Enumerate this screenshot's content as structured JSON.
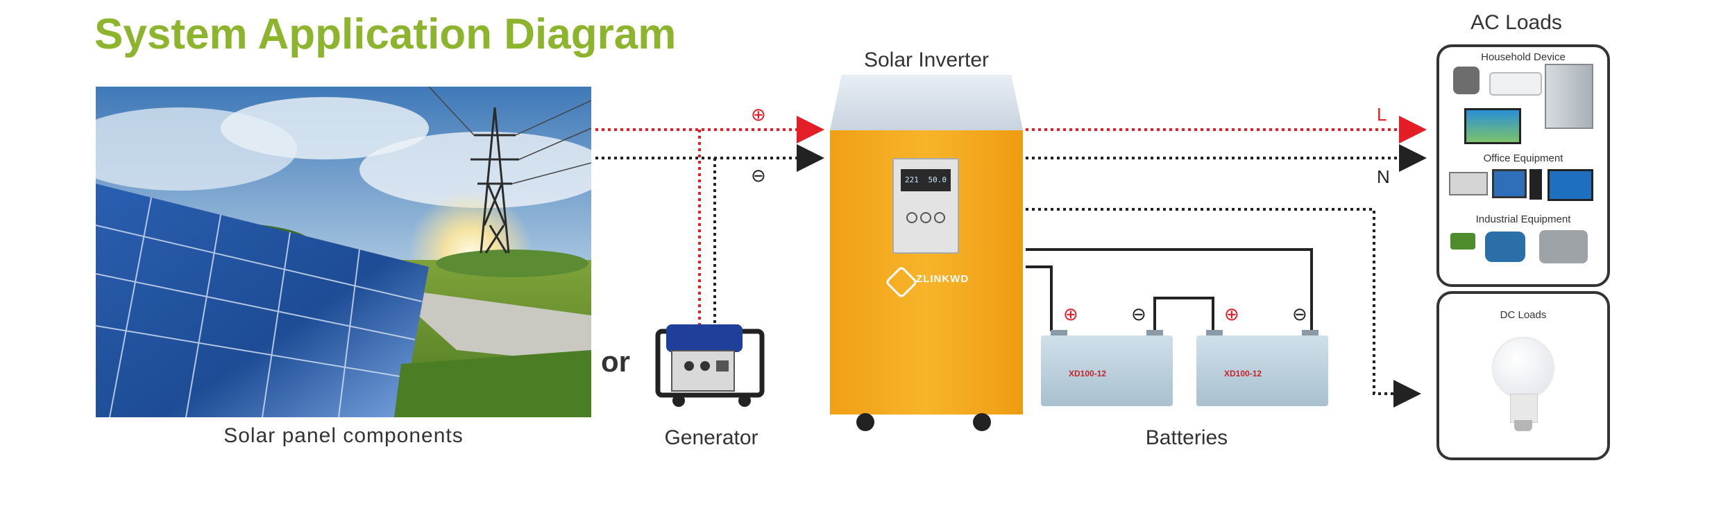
{
  "title": "System Application Diagram",
  "captions": {
    "solar": "Solar panel components",
    "or": "or",
    "generator": "Generator",
    "inverter": "Solar Inverter",
    "batteries": "Batteries"
  },
  "ac_loads": {
    "title": "AC Loads",
    "groups": [
      "Household Device",
      "Office Equipment",
      "Industrial Equipment"
    ]
  },
  "dc_loads": {
    "title": "DC Loads"
  },
  "wire_labels": {
    "plus": "⊕",
    "minus": "⊖",
    "line": "L",
    "neutral": "N"
  },
  "inverter_brand": "ZLINKWD",
  "inverter_display": {
    "left": "221",
    "right": "50.0"
  },
  "battery_label": "XD100-12",
  "colors": {
    "title_green": "#8db42d",
    "wire_red": "#e41e26",
    "wire_black": "#222222",
    "inverter_orange": "#f5a81c"
  }
}
